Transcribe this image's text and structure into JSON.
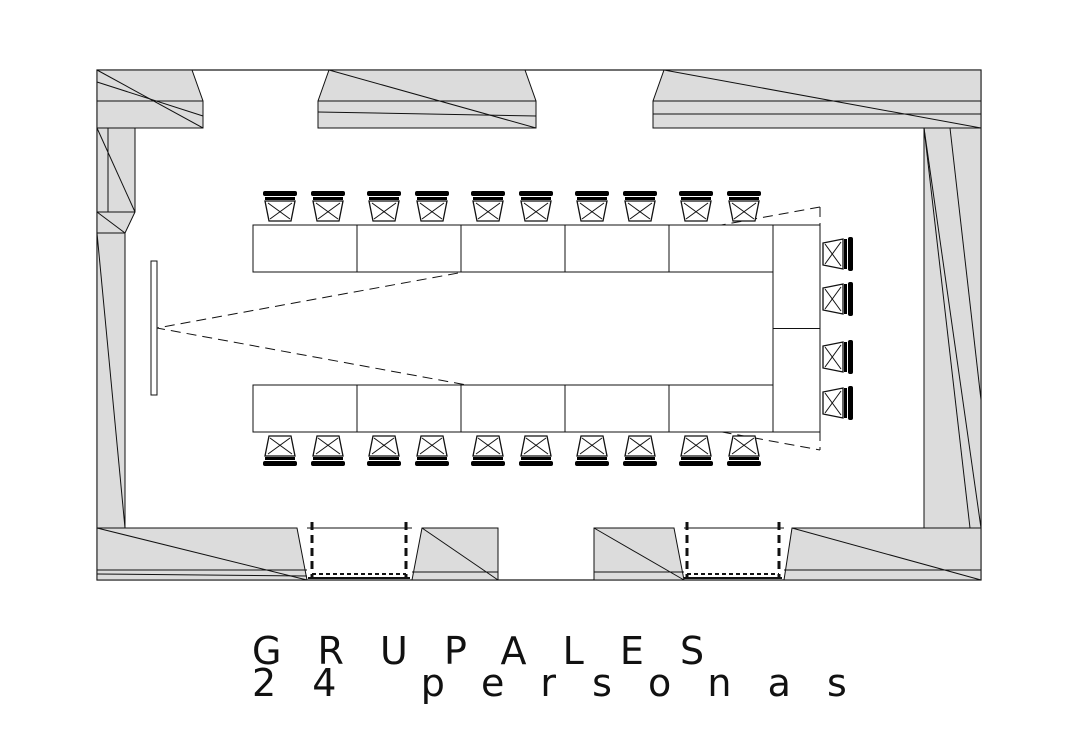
{
  "plan": {
    "title": "GRUPALES",
    "subtitle": "24 personas",
    "colors": {
      "wall_fill": "#dcdcdc",
      "line": "#111111",
      "chair_back": "#000000",
      "background": "#ffffff"
    },
    "layout": {
      "type": "u-shape",
      "tables_top_row": 5,
      "tables_bottom_row": 5,
      "tables_head": 2,
      "chairs_top_row": 10,
      "chairs_bottom_row": 10,
      "chairs_head": 4
    }
  }
}
